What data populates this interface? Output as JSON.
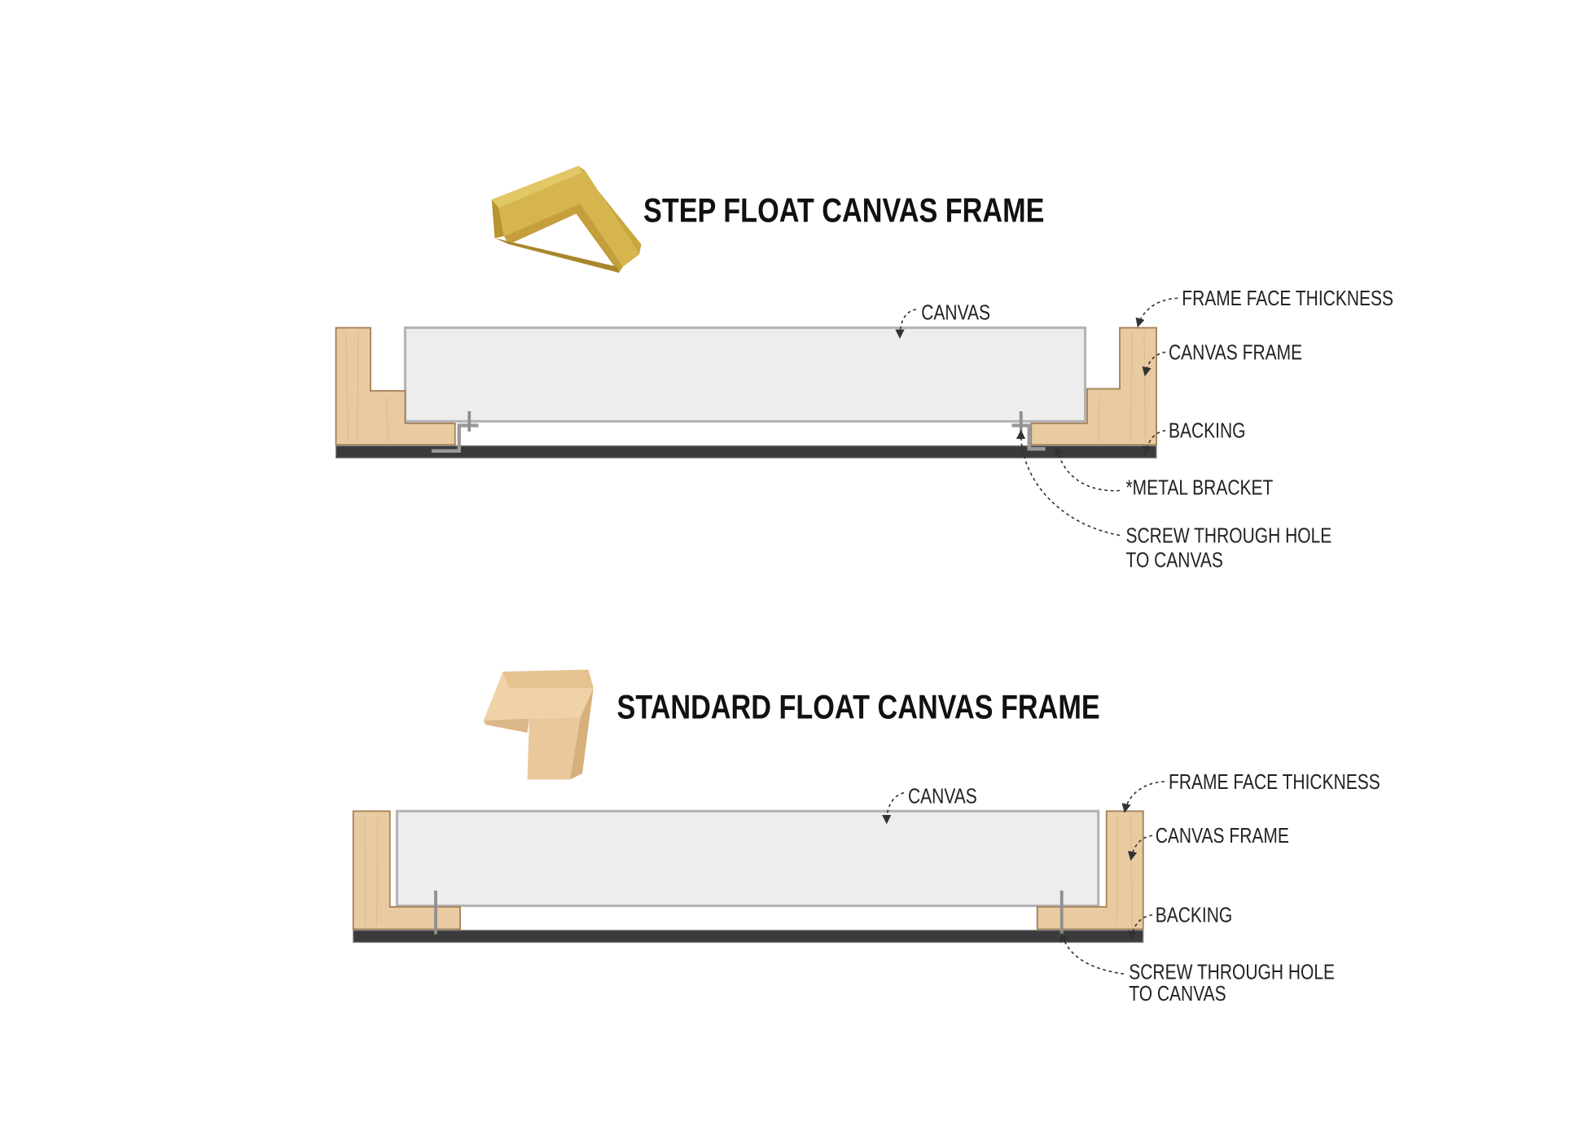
{
  "step_float": {
    "title": "STEP FLOAT CANVAS FRAME",
    "sample_icon": "gold-step-frame-corner",
    "labels": {
      "canvas": "CANVAS",
      "frame_face_thickness": "FRAME FACE THICKNESS",
      "canvas_frame": "CANVAS FRAME",
      "backing": "BACKING",
      "metal_bracket": "*METAL BRACKET",
      "screw_line1": "SCREW THROUGH HOLE",
      "screw_line2": "TO CANVAS"
    }
  },
  "standard_float": {
    "title": "STANDARD FLOAT CANVAS FRAME",
    "sample_icon": "natural-wood-frame-corner",
    "labels": {
      "canvas": "CANVAS",
      "frame_face_thickness": "FRAME FACE THICKNESS",
      "canvas_frame": "CANVAS FRAME",
      "backing": "BACKING",
      "screw_line1": "SCREW THROUGH HOLE",
      "screw_line2": "TO CANVAS"
    }
  },
  "colors": {
    "wood": "#e9cba2",
    "gold": "#d4b24a",
    "backing": "#3b3b3d",
    "canvas": "#ededed",
    "metal": "#9a9a9a"
  }
}
